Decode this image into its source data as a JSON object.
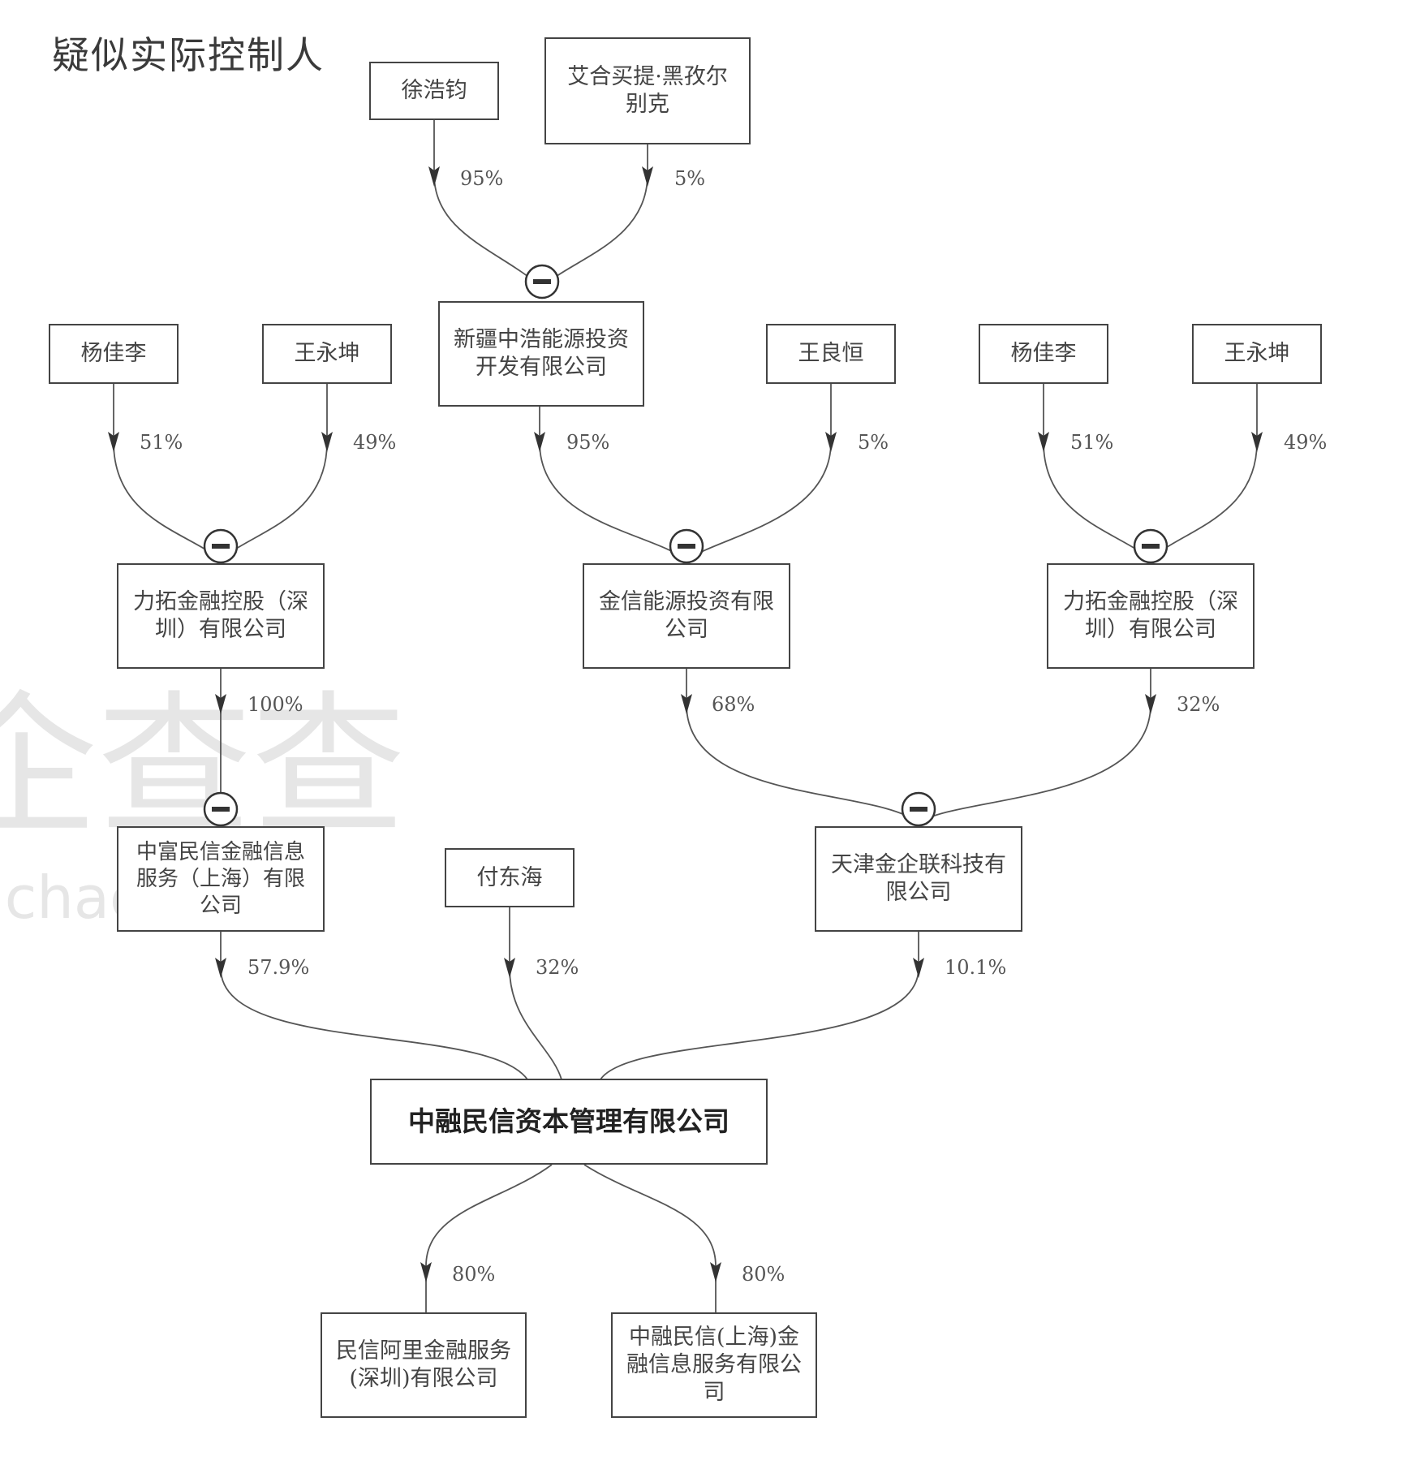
{
  "title": "疑似实际控制人",
  "watermark": {
    "line1": "企查查",
    "line2": "qichacha"
  },
  "nodes": {
    "xu_haojun": "徐浩钧",
    "aihe": "艾合买提·黑孜尔别克",
    "xinjiang": "新疆中浩能源投资开发有限公司",
    "yang_left": "杨佳李",
    "wang_left": "王永坤",
    "wang_lianghen": "王良恒",
    "yang_right": "杨佳李",
    "wang_right": "王永坤",
    "lituo_left": "力拓金融控股（深圳）有限公司",
    "jinxin": "金信能源投资有限公司",
    "lituo_right": "力拓金融控股（深圳）有限公司",
    "zhongfu": "中富民信金融信息服务（上海）有限公司",
    "fu_donghai": "付东海",
    "tianjin": "天津金企联科技有限公司",
    "main": "中融民信资本管理有限公司",
    "minxin_ali": "民信阿里金融服务(深圳)有限公司",
    "zhongrong_sh": "中融民信(上海)金融信息服务有限公司"
  },
  "edges": {
    "xu_to_xinjiang": "95%",
    "aihe_to_xinjiang": "5%",
    "yangL_to_lituoL": "51%",
    "wangL_to_lituoL": "49%",
    "xinjiang_to_jinxin": "95%",
    "wanglh_to_jinxin": "5%",
    "yangR_to_lituoR": "51%",
    "wangR_to_lituoR": "49%",
    "lituoL_to_zhongfu": "100%",
    "jinxin_to_tianjin": "68%",
    "lituoR_to_tianjin": "32%",
    "zhongfu_to_main": "57.9%",
    "fu_to_main": "32%",
    "tianjin_to_main": "10.1%",
    "main_to_ali": "80%",
    "main_to_sh": "80%"
  },
  "icons": {
    "collapse": "collapse-icon"
  }
}
